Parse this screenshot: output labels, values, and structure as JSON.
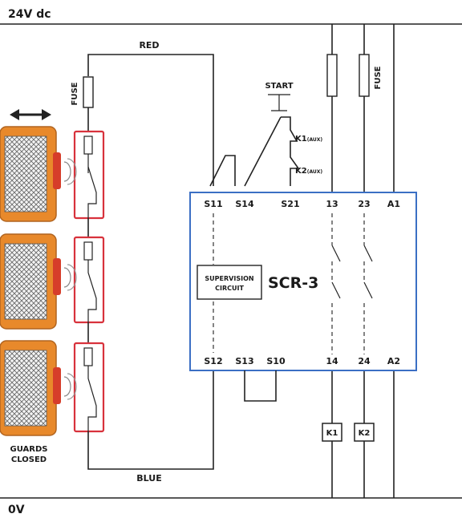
{
  "supply": {
    "top_label": "24V dc",
    "bottom_label": "0V"
  },
  "wires": {
    "red_label": "RED",
    "blue_label": "BLUE"
  },
  "fuses": {
    "left_label": "FUSE",
    "right_label": "FUSE"
  },
  "start": {
    "label": "START",
    "k1_aux": "K1",
    "k1_aux_suffix": "(AUX)",
    "k2_aux": "K2",
    "k2_aux_suffix": "(AUX)"
  },
  "guards": {
    "caption_line1": "GUARDS",
    "caption_line2": "CLOSED"
  },
  "relay": {
    "name": "SCR-3",
    "supervision_line1": "SUPERVISION",
    "supervision_line2": "CIRCUIT",
    "top_terminals": [
      "S11",
      "S14",
      "S21",
      "13",
      "23",
      "A1"
    ],
    "bottom_terminals": [
      "S12",
      "S13",
      "S10",
      "14",
      "24",
      "A2"
    ]
  },
  "coils": {
    "k1": "K1",
    "k2": "K2"
  },
  "colors": {
    "relay_border": "#3b6fc4",
    "guard_frame": "#e8892b",
    "guard_lamp": "#d63d2a",
    "switch_box": "#d8323c"
  }
}
